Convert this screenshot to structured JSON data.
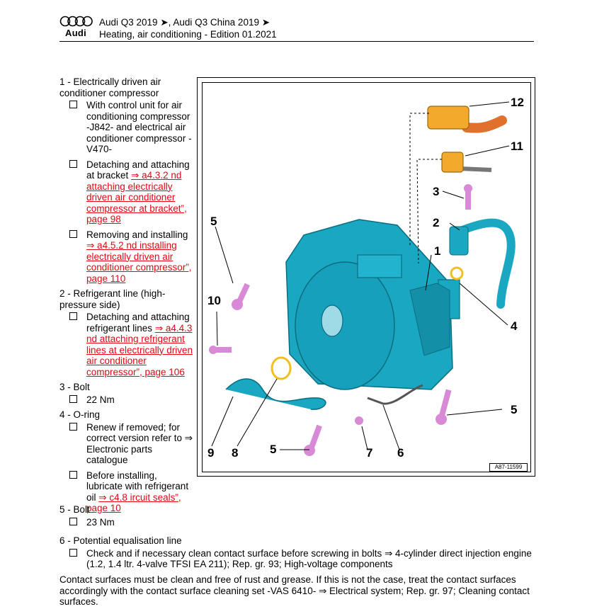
{
  "header": {
    "logo_text": "Audi",
    "line1": "Audi Q3 2019 ➤, Audi Q3 China 2019 ➤",
    "line2": "Heating, air conditioning - Edition 01.2021"
  },
  "items": {
    "i1": {
      "title": "1 - Electrically driven air conditioner compressor",
      "s1": "With control unit for air conditioning compressor -J842- and electrical air conditioner compressor -V470-",
      "s2_text": "Detaching and attaching at bracket",
      "s2_link": "⇒ a4.3.2 nd attaching electrically driven air conditioner compressor at bracket”, page 98",
      "s3_text": "Removing and installing",
      "s3_link": "⇒ a4.5.2 nd installing electrically driven air conditioner compressor”, page 110"
    },
    "i2": {
      "title": "2 - Refrigerant line (high-pressure side)",
      "s1_text": "Detaching and attaching refrigerant lines",
      "s1_link": "⇒ a4.4.3 nd attaching refrigerant lines at electrically driven air conditioner compressor”, page 106"
    },
    "i3": {
      "title": "3 - Bolt",
      "s1": "22 Nm"
    },
    "i4": {
      "title": "4 - O-ring",
      "s1": "Renew if removed; for correct version refer to ⇒ Electronic parts catalogue",
      "s2_text": "Before installing, lubricate with refrigerant oil",
      "s2_link": "⇒ c4.8 ircuit seals”, page 10"
    },
    "i5": {
      "title": "5 - Bolt",
      "s1": "23 Nm"
    },
    "i6": {
      "title": "6 - Potential equalisation line",
      "s1": "Check and if necessary clean contact surface before screwing in bolts ⇒ 4-cylinder direct injection engine (1.2, 1.4 ltr. 4-valve TFSI EA 211); Rep. gr. 93; High-voltage components"
    }
  },
  "footer_note": "Contact surfaces must be clean and free of rust and grease. If this is not the case, treat the contact surfaces accordingly with the contact surface cleaning set -VAS 6410- ⇒ Electrical system; Rep. gr. 97; Cleaning contact surfaces.",
  "figure": {
    "code": "A87-11599",
    "labels": {
      "n1": "1",
      "n2": "2",
      "n3": "3",
      "n4": "4",
      "n5a": "5",
      "n5b": "5",
      "n5c": "5",
      "n6": "6",
      "n7": "7",
      "n8": "8",
      "n9": "9",
      "n10": "10",
      "n11": "11",
      "n12": "12"
    },
    "colors": {
      "compressor": "#1aa7c2",
      "connector": "#f2a92c",
      "bolt": "#d98ad6",
      "cable": "#e0702c",
      "oring": "#f0c020"
    }
  }
}
